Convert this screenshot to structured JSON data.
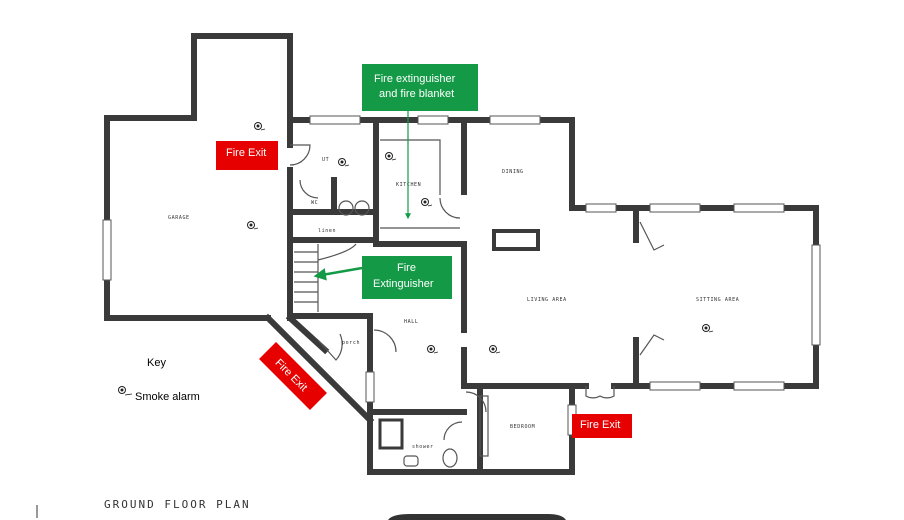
{
  "title": "GROUND FLOOR PLAN",
  "colors": {
    "fire_exit": "#e60000",
    "extinguisher": "#149a46",
    "wall": "#3a3a3a"
  },
  "rooms": {
    "garage": "GARAGE",
    "ut": "UT",
    "wc": "WC",
    "kitchen": "KITCHEN",
    "dining": "DINING",
    "linen": "linen",
    "living": "LIVING AREA",
    "sitting": "SITTING AREA",
    "hall": "HALL",
    "porch": "porch",
    "shower": "shower",
    "bedroom": "BEDROOM"
  },
  "labels": {
    "fire_exit_1": "Fire Exit",
    "fire_exit_2": "Fire Exit",
    "fire_exit_3": "Fire Exit",
    "ext_blanket_line1": "Fire extinguisher",
    "ext_blanket_line2": "and fire blanket",
    "ext_line1": "Fire",
    "ext_line2": "Extinguisher"
  },
  "key": {
    "heading": "Key",
    "smoke_alarm": "Smoke alarm"
  },
  "icons": {
    "alarm": "smoke-alarm-icon",
    "arrow": "arrow-icon"
  }
}
